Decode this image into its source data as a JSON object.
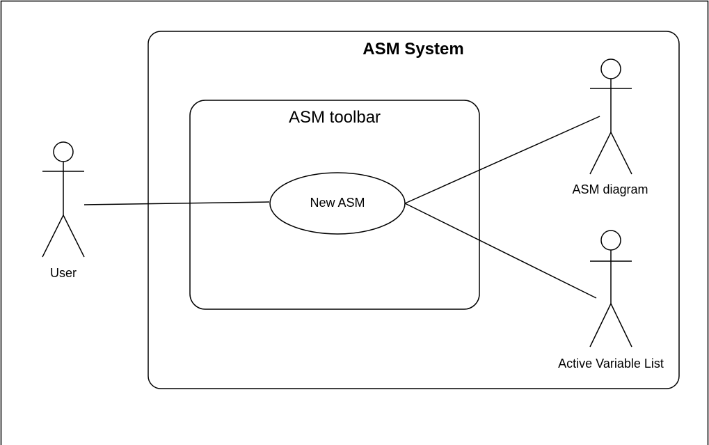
{
  "diagram": {
    "system_boundary": {
      "label": "ASM System"
    },
    "subsystem_boundary": {
      "label": "ASM toolbar"
    },
    "use_cases": [
      {
        "id": "new-asm",
        "label": "New ASM"
      }
    ],
    "actors": [
      {
        "id": "user",
        "label": "User"
      },
      {
        "id": "asm-diagram",
        "label": "ASM diagram"
      },
      {
        "id": "active-variable-list",
        "label": "Active Variable List"
      }
    ],
    "associations": [
      {
        "from": "user",
        "to": "new-asm"
      },
      {
        "from": "new-asm",
        "to": "asm-diagram"
      },
      {
        "from": "new-asm",
        "to": "active-variable-list"
      }
    ]
  }
}
